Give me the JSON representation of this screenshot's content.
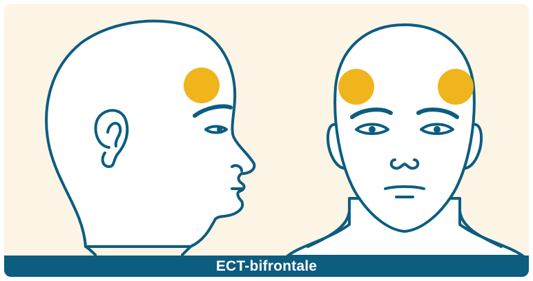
{
  "caption": "ECT-bifrontale",
  "colors": {
    "background": "#fcf4e4",
    "outline": "#0c5d80",
    "electrode": "#f0b41c",
    "skin": "#ffffff",
    "caption_bar": "#0c5d80",
    "caption_text": "#ffffff"
  },
  "figures": [
    {
      "view": "profile",
      "electrodes": 1
    },
    {
      "view": "frontal",
      "electrodes": 2
    }
  ]
}
